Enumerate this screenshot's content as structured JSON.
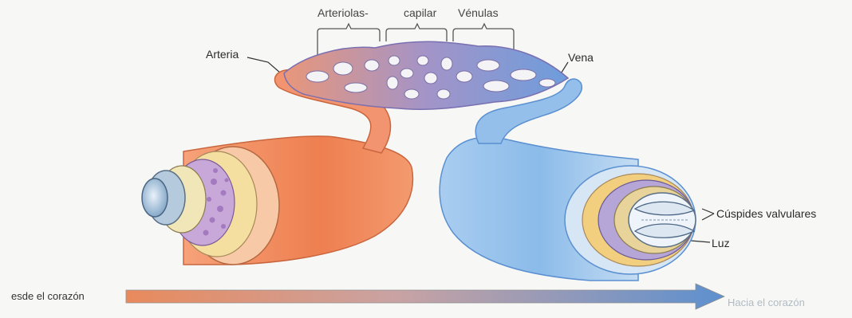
{
  "labels": {
    "arteriolas": "Arteriolas-",
    "capilar": "capilar",
    "venulas": "Vénulas",
    "arteria": "Arteria",
    "vena": "Vena",
    "cuspides": "Cúspides valvulares",
    "luz": "Luz",
    "desde": "esde el corazón",
    "hacia": "Hacia el corazón"
  },
  "colors": {
    "artery": "#f08a5d",
    "artery_dark": "#e0683c",
    "artery_light": "#f8b79a",
    "vein": "#7fb2e6",
    "vein_dark": "#5a8fd0",
    "vein_light": "#cfe3f6",
    "capillary": "#9a8fc9",
    "capillary_dark": "#6f65a6"
  }
}
